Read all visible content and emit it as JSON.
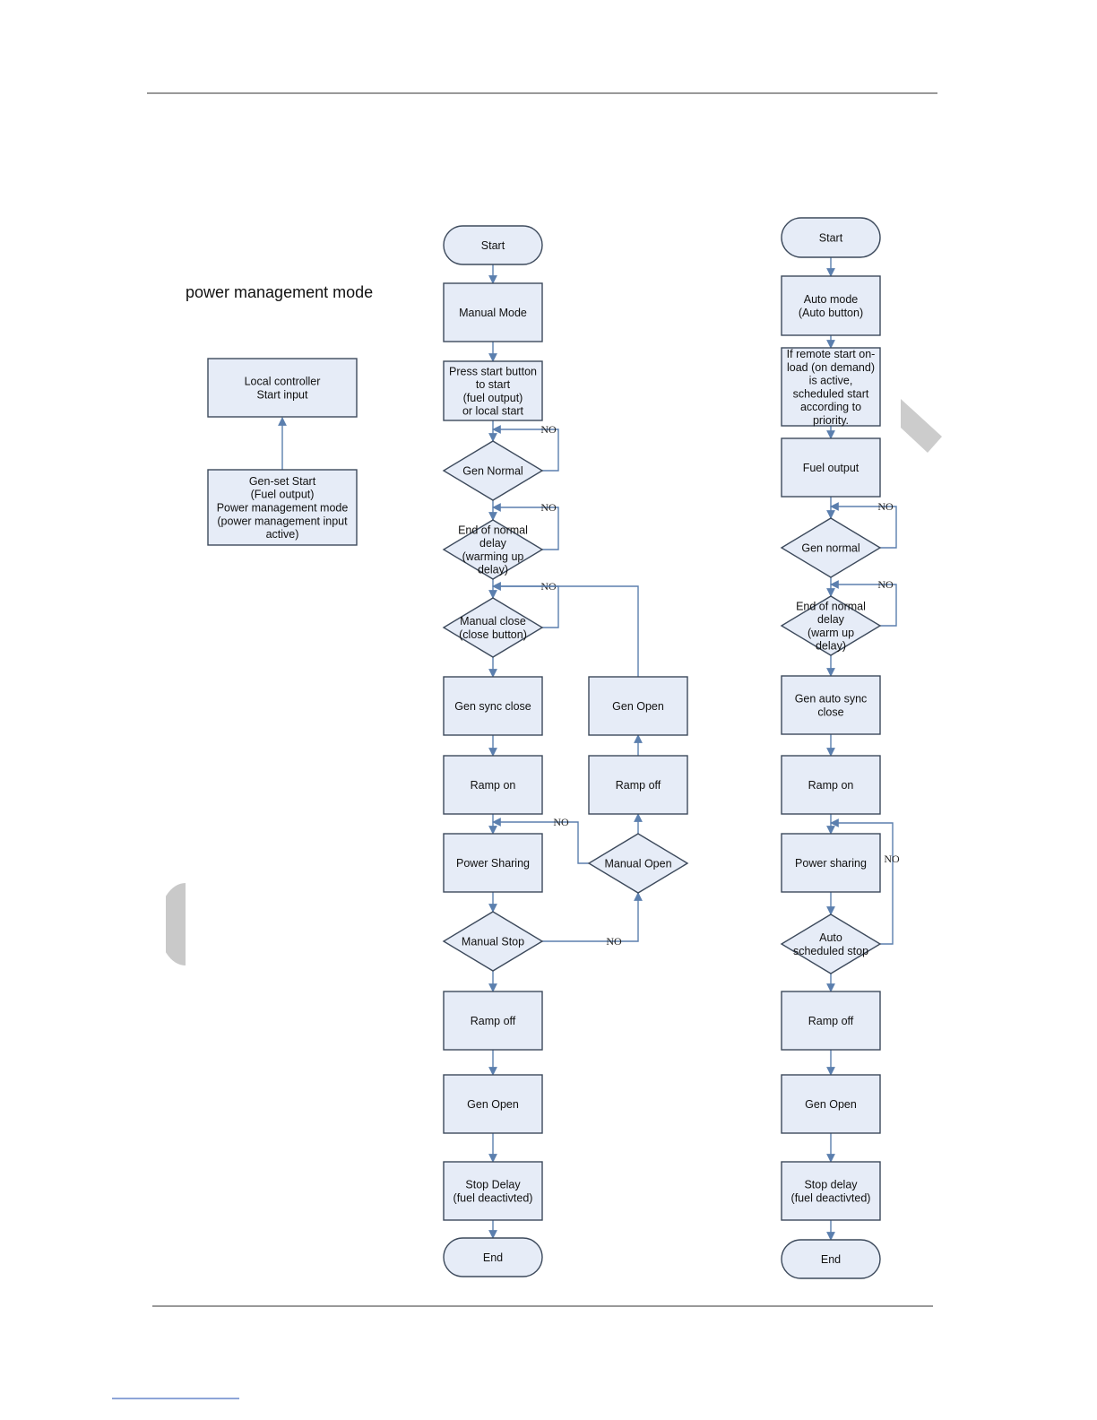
{
  "section_title": "power management mode",
  "nodes": [
    {
      "id": "pm_local",
      "shape": "rect",
      "lines": [
        "Local controller",
        "Start input"
      ]
    },
    {
      "id": "pm_genset",
      "shape": "rect",
      "lines": [
        "Gen-set Start",
        "(Fuel output)",
        "Power management mode",
        "(power management input",
        "active)"
      ]
    },
    {
      "id": "m_start",
      "shape": "terminal",
      "lines": [
        "Start"
      ]
    },
    {
      "id": "m_manual",
      "shape": "rect",
      "lines": [
        "Manual Mode"
      ]
    },
    {
      "id": "m_press",
      "shape": "rect",
      "lines": [
        "Press start button",
        "to start",
        "(fuel output)",
        "or local start"
      ]
    },
    {
      "id": "m_gennormal",
      "shape": "decision",
      "lines": [
        "Gen Normal"
      ]
    },
    {
      "id": "m_endnormal",
      "shape": "decision",
      "lines": [
        "End of normal",
        "delay",
        "(warming up",
        "delay)"
      ]
    },
    {
      "id": "m_manualclose",
      "shape": "decision",
      "lines": [
        "Manual close",
        "(close button)"
      ]
    },
    {
      "id": "m_syncclose",
      "shape": "rect",
      "lines": [
        "Gen sync close"
      ]
    },
    {
      "id": "m_rampon",
      "shape": "rect",
      "lines": [
        "Ramp on"
      ]
    },
    {
      "id": "m_powersharing",
      "shape": "rect",
      "lines": [
        "Power Sharing"
      ]
    },
    {
      "id": "m_manualstop",
      "shape": "decision",
      "lines": [
        "Manual Stop"
      ]
    },
    {
      "id": "m_rampoff",
      "shape": "rect",
      "lines": [
        "Ramp off"
      ]
    },
    {
      "id": "m_genopen",
      "shape": "rect",
      "lines": [
        "Gen Open"
      ]
    },
    {
      "id": "m_stopdelay",
      "shape": "rect",
      "lines": [
        "Stop Delay",
        "(fuel deactivted)"
      ]
    },
    {
      "id": "m_end",
      "shape": "terminal",
      "lines": [
        "End"
      ]
    },
    {
      "id": "m_genopen2",
      "shape": "rect",
      "lines": [
        "Gen Open"
      ]
    },
    {
      "id": "m_rampoff2",
      "shape": "rect",
      "lines": [
        "Ramp off"
      ]
    },
    {
      "id": "m_manualopen",
      "shape": "decision",
      "lines": [
        "Manual Open"
      ]
    },
    {
      "id": "a_start",
      "shape": "terminal",
      "lines": [
        "Start"
      ]
    },
    {
      "id": "a_auto",
      "shape": "rect",
      "lines": [
        "Auto mode",
        "(Auto button)"
      ]
    },
    {
      "id": "a_remote",
      "shape": "rect",
      "lines": [
        "If remote start on-",
        "load (on demand)",
        "is active,",
        "scheduled start",
        "according to",
        "priority."
      ]
    },
    {
      "id": "a_fuel",
      "shape": "rect",
      "lines": [
        "Fuel output"
      ]
    },
    {
      "id": "a_gennormal",
      "shape": "decision",
      "lines": [
        "Gen normal"
      ]
    },
    {
      "id": "a_endnormal",
      "shape": "decision",
      "lines": [
        "End of normal",
        "delay",
        "(warm up",
        "delay)"
      ]
    },
    {
      "id": "a_autosync",
      "shape": "rect",
      "lines": [
        "Gen auto sync",
        "close"
      ]
    },
    {
      "id": "a_rampon",
      "shape": "rect",
      "lines": [
        "Ramp on"
      ]
    },
    {
      "id": "a_powersharing",
      "shape": "rect",
      "lines": [
        "Power sharing"
      ]
    },
    {
      "id": "a_autostop",
      "shape": "decision",
      "lines": [
        "Auto",
        "scheduled stop"
      ]
    },
    {
      "id": "a_rampoff",
      "shape": "rect",
      "lines": [
        "Ramp off"
      ]
    },
    {
      "id": "a_genopen",
      "shape": "rect",
      "lines": [
        "Gen Open"
      ]
    },
    {
      "id": "a_stopdelay",
      "shape": "rect",
      "lines": [
        "Stop delay",
        "(fuel deactivted)"
      ]
    },
    {
      "id": "a_end",
      "shape": "terminal",
      "lines": [
        "End"
      ]
    }
  ],
  "edges": [
    {
      "from": "pm_genset",
      "to": "pm_local"
    },
    {
      "from": "m_start",
      "to": "m_manual"
    },
    {
      "from": "m_manual",
      "to": "m_press"
    },
    {
      "from": "m_press",
      "to": "m_gennormal"
    },
    {
      "from": "m_gennormal",
      "to": "m_gennormal",
      "label": "NO"
    },
    {
      "from": "m_gennormal",
      "to": "m_endnormal"
    },
    {
      "from": "m_endnormal",
      "to": "m_endnormal",
      "label": "NO"
    },
    {
      "from": "m_endnormal",
      "to": "m_manualclose"
    },
    {
      "from": "m_manualclose",
      "to": "m_manualclose",
      "label": "NO"
    },
    {
      "from": "m_manualclose",
      "to": "m_syncclose"
    },
    {
      "from": "m_syncclose",
      "to": "m_rampon"
    },
    {
      "from": "m_rampon",
      "to": "m_powersharing"
    },
    {
      "from": "m_powersharing",
      "to": "m_manualstop"
    },
    {
      "from": "m_manualstop",
      "to": "m_manualopen",
      "label": "NO"
    },
    {
      "from": "m_manualopen",
      "to": "m_powersharing",
      "label": "NO"
    },
    {
      "from": "m_manualopen",
      "to": "m_rampoff2"
    },
    {
      "from": "m_rampoff2",
      "to": "m_genopen2"
    },
    {
      "from": "m_genopen2",
      "to": "m_manualclose"
    },
    {
      "from": "m_manualstop",
      "to": "m_rampoff"
    },
    {
      "from": "m_rampoff",
      "to": "m_genopen"
    },
    {
      "from": "m_genopen",
      "to": "m_stopdelay"
    },
    {
      "from": "m_stopdelay",
      "to": "m_end"
    },
    {
      "from": "a_start",
      "to": "a_auto"
    },
    {
      "from": "a_auto",
      "to": "a_remote"
    },
    {
      "from": "a_remote",
      "to": "a_fuel"
    },
    {
      "from": "a_fuel",
      "to": "a_gennormal"
    },
    {
      "from": "a_gennormal",
      "to": "a_gennormal",
      "label": "NO"
    },
    {
      "from": "a_gennormal",
      "to": "a_endnormal"
    },
    {
      "from": "a_endnormal",
      "to": "a_endnormal",
      "label": "NO"
    },
    {
      "from": "a_endnormal",
      "to": "a_autosync"
    },
    {
      "from": "a_autosync",
      "to": "a_rampon"
    },
    {
      "from": "a_rampon",
      "to": "a_powersharing"
    },
    {
      "from": "a_powersharing",
      "to": "a_autostop"
    },
    {
      "from": "a_autostop",
      "to": "a_powersharing",
      "label": "NO"
    },
    {
      "from": "a_autostop",
      "to": "a_rampoff"
    },
    {
      "from": "a_rampoff",
      "to": "a_genopen"
    },
    {
      "from": "a_genopen",
      "to": "a_stopdelay"
    },
    {
      "from": "a_stopdelay",
      "to": "a_end"
    }
  ]
}
